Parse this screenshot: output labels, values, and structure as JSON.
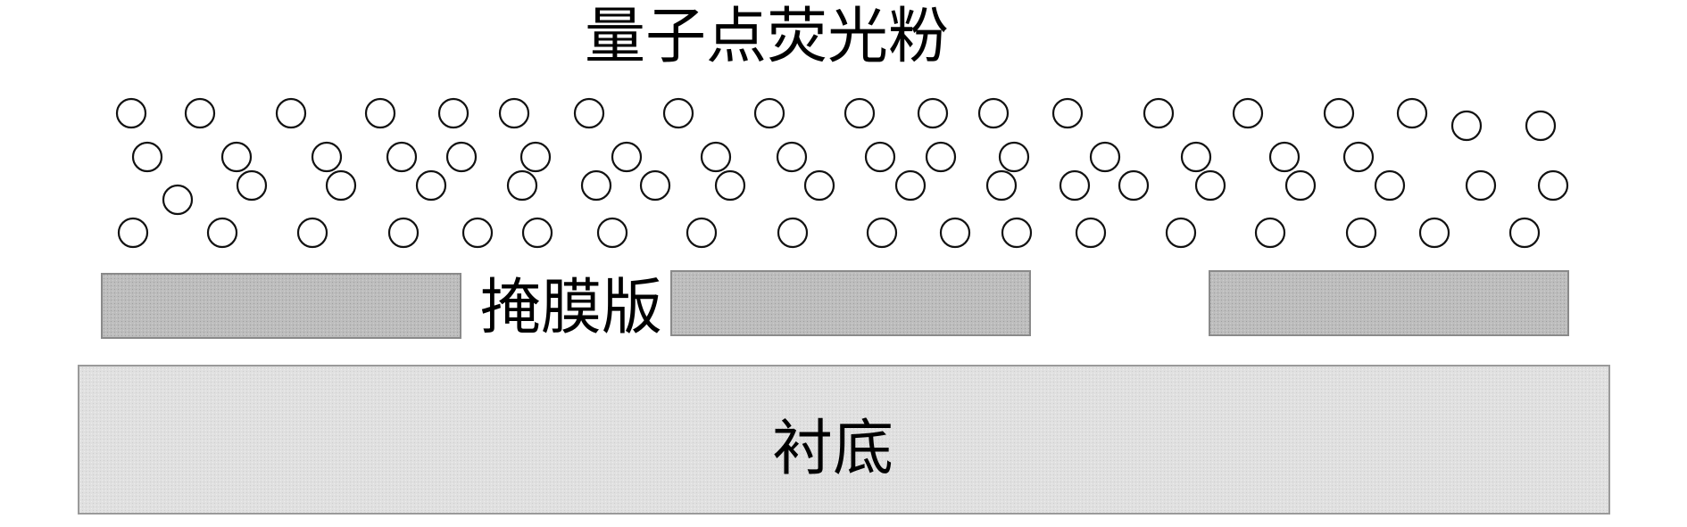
{
  "labels": {
    "phosphor": "量子点荧光粉",
    "mask": "掩膜版",
    "substrate": "衬底"
  },
  "colors": {
    "mask_fill": "#bdbdbd",
    "mask_stroke": "#8a8a8a",
    "substrate_fill": "#e0e0e0",
    "substrate_stroke": "#9a9a9a",
    "particle_stroke": "#111111"
  }
}
